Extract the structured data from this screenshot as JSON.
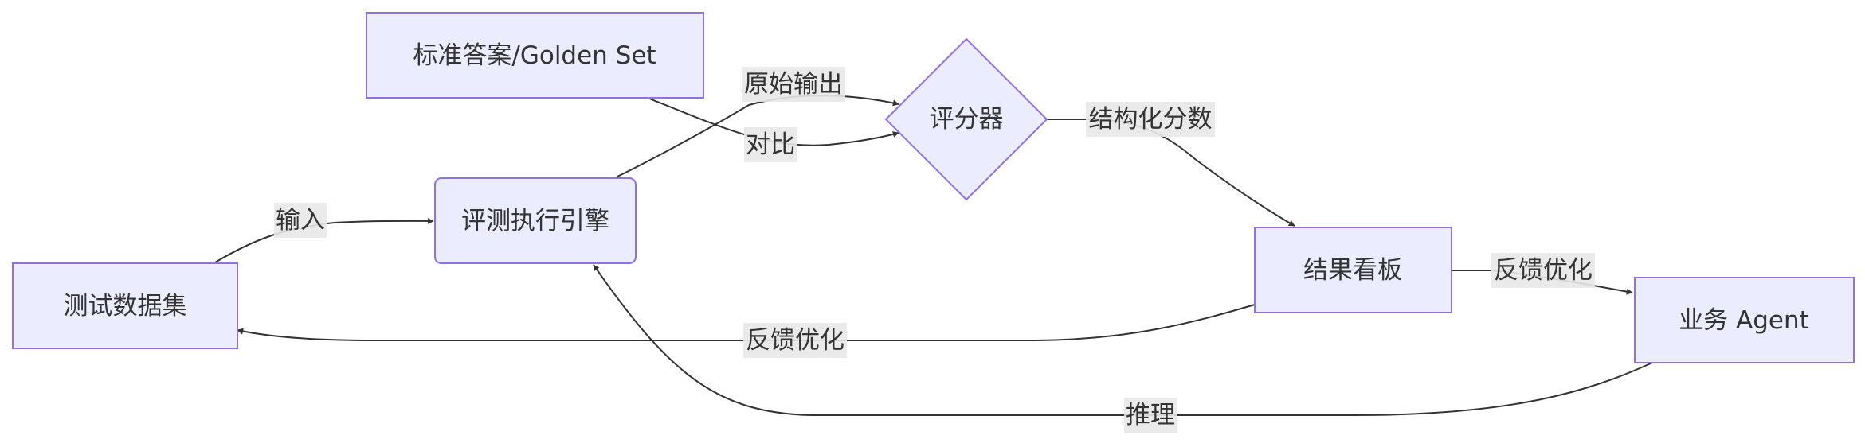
{
  "colors": {
    "node_fill": "#ECECFF",
    "node_stroke": "#9370DB",
    "edge": "#333333",
    "text": "#333333",
    "label_bg": "#e8e8e8"
  },
  "nodes": {
    "golden_set": "标准答案/Golden Set",
    "engine": "评测执行引擎",
    "scorer": "评分器",
    "dataset": "测试数据集",
    "dashboard": "结果看板",
    "agent": "业务 Agent"
  },
  "edges": {
    "raw_output": "原始输出",
    "compare": "对比",
    "structured_score": "结构化分数",
    "input": "输入",
    "feedback_to_dataset": "反馈优化",
    "feedback_to_agent": "反馈优化",
    "inference": "推理"
  }
}
